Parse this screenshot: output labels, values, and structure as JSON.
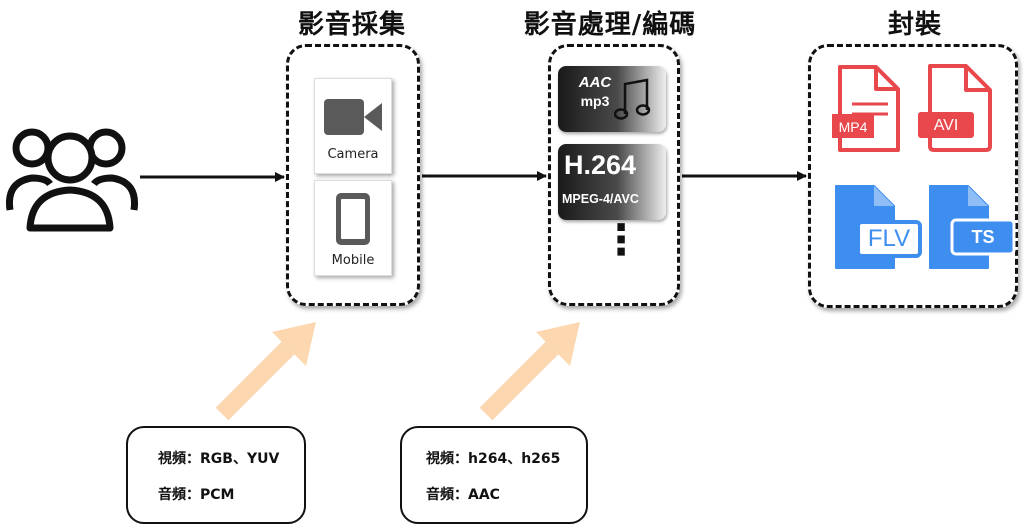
{
  "stages": {
    "capture": {
      "title": "影音採集"
    },
    "process": {
      "title": "影音處理/編碼"
    },
    "package": {
      "title": "封裝"
    }
  },
  "devices": [
    {
      "icon": "video-camera-icon",
      "label": "Camera"
    },
    {
      "icon": "mobile-phone-icon",
      "label": "Mobile"
    }
  ],
  "codecs": {
    "audio": {
      "line1": "AAC",
      "line2": "mp3",
      "icon": "music-note-icon"
    },
    "video": {
      "main": "H.264",
      "sub": "MPEG-4/AVC"
    },
    "more": "⋮"
  },
  "formats": [
    {
      "label": "MP4",
      "color": "#e8474c"
    },
    {
      "label": "AVI",
      "color": "#e8474c"
    },
    {
      "label": "FLV",
      "color": "#3e8ef0"
    },
    {
      "label": "TS",
      "color": "#3e8ef0"
    }
  ],
  "info_capture": {
    "video": "視頻：RGB、YUV",
    "audio": "音頻：PCM"
  },
  "info_process": {
    "video": "視頻：h264、h265",
    "audio": "音頻：AAC"
  },
  "colors": {
    "flow_arrow": "#111111",
    "hint_arrow": "#fcd7b0",
    "device_icon": "#5a5a5a",
    "file_red": "#e8474c",
    "file_blue": "#3e8ef0"
  }
}
